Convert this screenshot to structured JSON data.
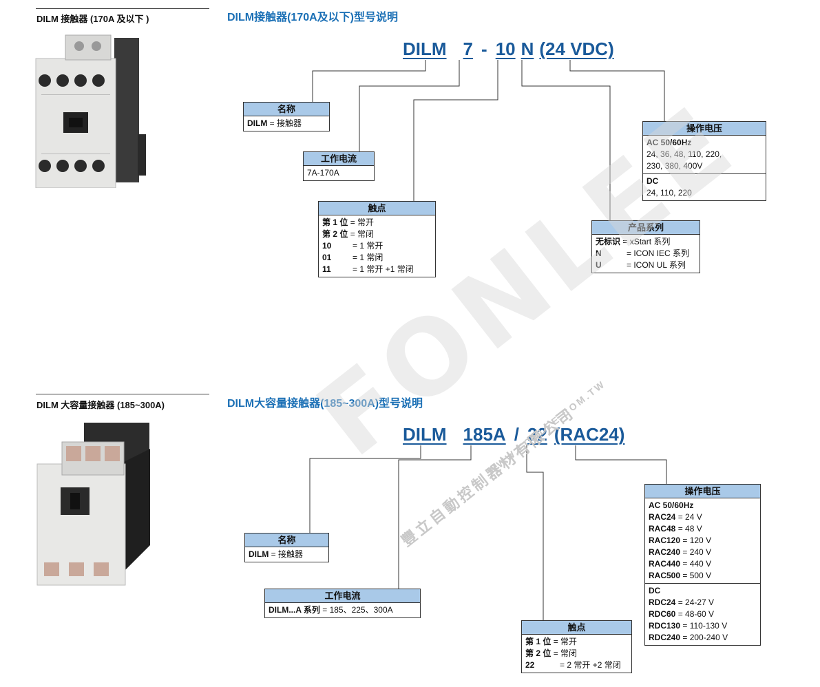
{
  "section1": {
    "side_title": "DILM 接触器 (170A 及以下 )",
    "title": "DILM接触器(170A及以下)型号说明",
    "model": {
      "name": "DILM",
      "current": "7",
      "dash": "-",
      "contacts": "10",
      "series": "N",
      "voltage": "(24 VDC)"
    },
    "boxes": {
      "name": {
        "header": "名称",
        "key": "DILM",
        "value": " = 接触器"
      },
      "current": {
        "header": "工作电流",
        "value": "7A-170A"
      },
      "contacts": {
        "header": "触点",
        "rows": [
          {
            "k": "第 1 位",
            "v": "= 常开"
          },
          {
            "k": "第 2 位",
            "v": "= 常闭"
          },
          {
            "k": "10",
            "v": "= 1 常开"
          },
          {
            "k": "01",
            "v": "= 1 常闭"
          },
          {
            "k": "11",
            "v": "= 1 常开 +1 常闭"
          }
        ]
      },
      "series": {
        "header": "产品系列",
        "rows": [
          {
            "k": "无标识",
            "v": "= xStart 系列"
          },
          {
            "k": "N",
            "v": "= ICON IEC 系列"
          },
          {
            "k": "U",
            "v": "= ICON UL 系列"
          }
        ]
      },
      "voltage": {
        "header": "操作电压",
        "ac_label": "AC 50/60Hz",
        "ac_line1": "24, 36, 48, 110, 220,",
        "ac_line2": "230, 380, 400V",
        "dc_label": "DC",
        "dc_line1": "24, 110, 220"
      }
    }
  },
  "section2": {
    "side_title": "DILM 大容量接触器 (185~300A)",
    "title": "DILM大容量接触器(185~300A)型号说明",
    "model": {
      "name": "DILM",
      "current": "185A",
      "slash": "/",
      "contacts": "22",
      "voltage": "(RAC24)"
    },
    "boxes": {
      "name": {
        "header": "名称",
        "key": "DILM",
        "value": " = 接触器"
      },
      "current": {
        "header": "工作电流",
        "key": "DILM...A 系列",
        "value": " = 185、225、300A"
      },
      "contacts": {
        "header": "触点",
        "rows": [
          {
            "k": "第 1 位",
            "v": "= 常开"
          },
          {
            "k": "第 2 位",
            "v": "= 常闭"
          },
          {
            "k": "22",
            "v": "= 2 常开 +2 常闭"
          }
        ]
      },
      "voltage": {
        "header": "操作电压",
        "ac_label": "AC 50/60Hz",
        "ac_rows": [
          {
            "k": "RAC24",
            "v": " = 24 V"
          },
          {
            "k": "RAC48",
            "v": " = 48 V"
          },
          {
            "k": "RAC120",
            "v": " = 120 V"
          },
          {
            "k": "RAC240",
            "v": " = 240 V"
          },
          {
            "k": "RAC440",
            "v": " = 440 V"
          },
          {
            "k": "RAC500",
            "v": " = 500 V"
          }
        ],
        "dc_label": "DC",
        "dc_rows": [
          {
            "k": "RDC24",
            "v": " = 24-27 V"
          },
          {
            "k": "RDC60",
            "v": " = 48-60 V"
          },
          {
            "k": "RDC130",
            "v": " = 110-130 V"
          },
          {
            "k": "RDC240",
            "v": " = 200-240 V"
          }
        ]
      }
    }
  },
  "watermark": {
    "logo": "FONLEE",
    "cn": "豐立自動控制器材有限公司",
    "url": "WWW.FONLEE.COM.TW"
  },
  "colors": {
    "title_blue": "#1a6fb5",
    "model_blue": "#1a5a9a",
    "header_fill": "#a9c9e8"
  }
}
